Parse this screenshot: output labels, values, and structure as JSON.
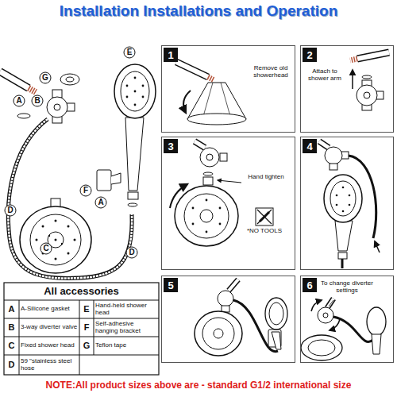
{
  "diagram": {
    "title": "Installation Installations and Operation",
    "nodes": [
      {
        "text": [
          "1",
          "Remove old showerhead"
        ]
      },
      {
        "text": [
          "2",
          "Attach to shower arm"
        ]
      },
      {
        "text": [
          "3",
          "Hand tighten",
          "*NO TOOLS"
        ]
      },
      {
        "text": [
          "4"
        ]
      },
      {
        "text": [
          "5"
        ]
      },
      {
        "text": [
          "6",
          "To change diverter settings"
        ]
      }
    ],
    "labels": [
      "E",
      "G",
      "A",
      "B",
      "A",
      "F",
      "D",
      "C",
      "D",
      "All accessories",
      "A",
      "A-Silicone gasket",
      "E",
      "Hand-held shower head",
      "B",
      "3-way diverter valve",
      "F",
      "Self-adhesive hanging bracket",
      "C",
      "Fixed shower head",
      "G",
      "Teflon tape",
      "D",
      "59 \"stainless steel hose",
      "NOTE:All product sizes above are - standard G1/2 international size"
    ]
  }
}
